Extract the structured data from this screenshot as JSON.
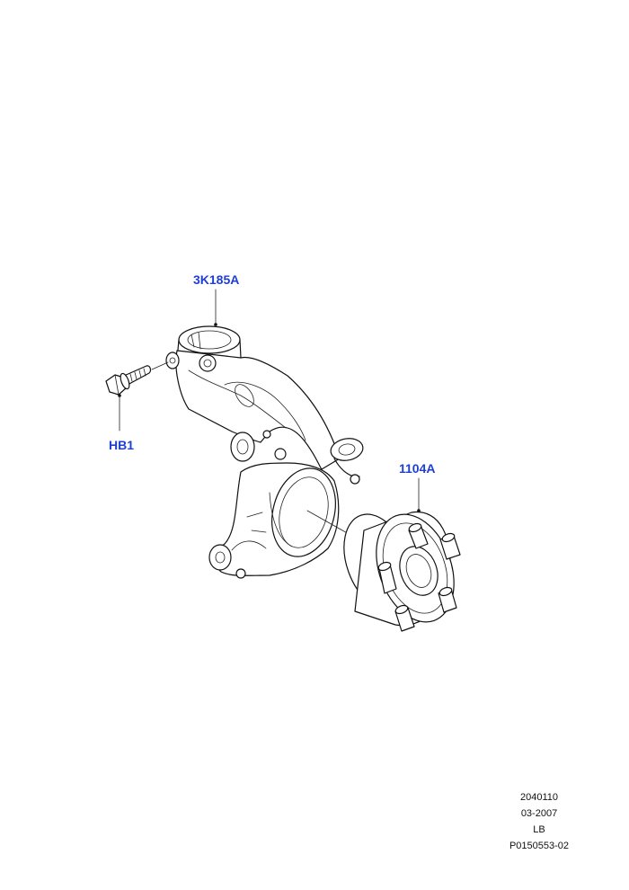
{
  "callouts": {
    "knuckle": "3K185A",
    "bolt": "HB1",
    "hub": "1104A"
  },
  "meta": {
    "line1": "2040110",
    "line2": "03-2007",
    "line3": "LB",
    "line4": "P0150553-02"
  },
  "colors": {
    "callout_text": "#1f3fd1",
    "line_art": "#111111",
    "background": "#ffffff"
  }
}
